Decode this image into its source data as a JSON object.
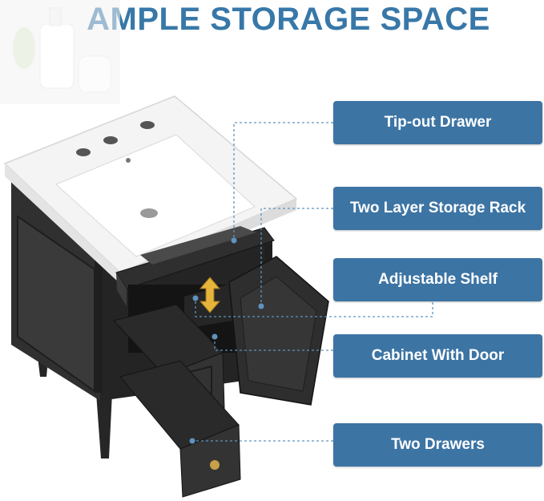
{
  "title": "AMPLE STORAGE SPACE",
  "features": [
    {
      "label": "Tip-out Drawer"
    },
    {
      "label": "Two Layer Storage Rack"
    },
    {
      "label": "Adjustable Shelf"
    },
    {
      "label": "Cabinet With Door"
    },
    {
      "label": "Two Drawers"
    }
  ],
  "colors": {
    "title": "#3878a8",
    "label_box": "#3c74a4",
    "cabinet": "#2b2b2b",
    "sink": "#f4f4f4",
    "leader": "#5f93bf",
    "arrow": "#e6b43a"
  }
}
